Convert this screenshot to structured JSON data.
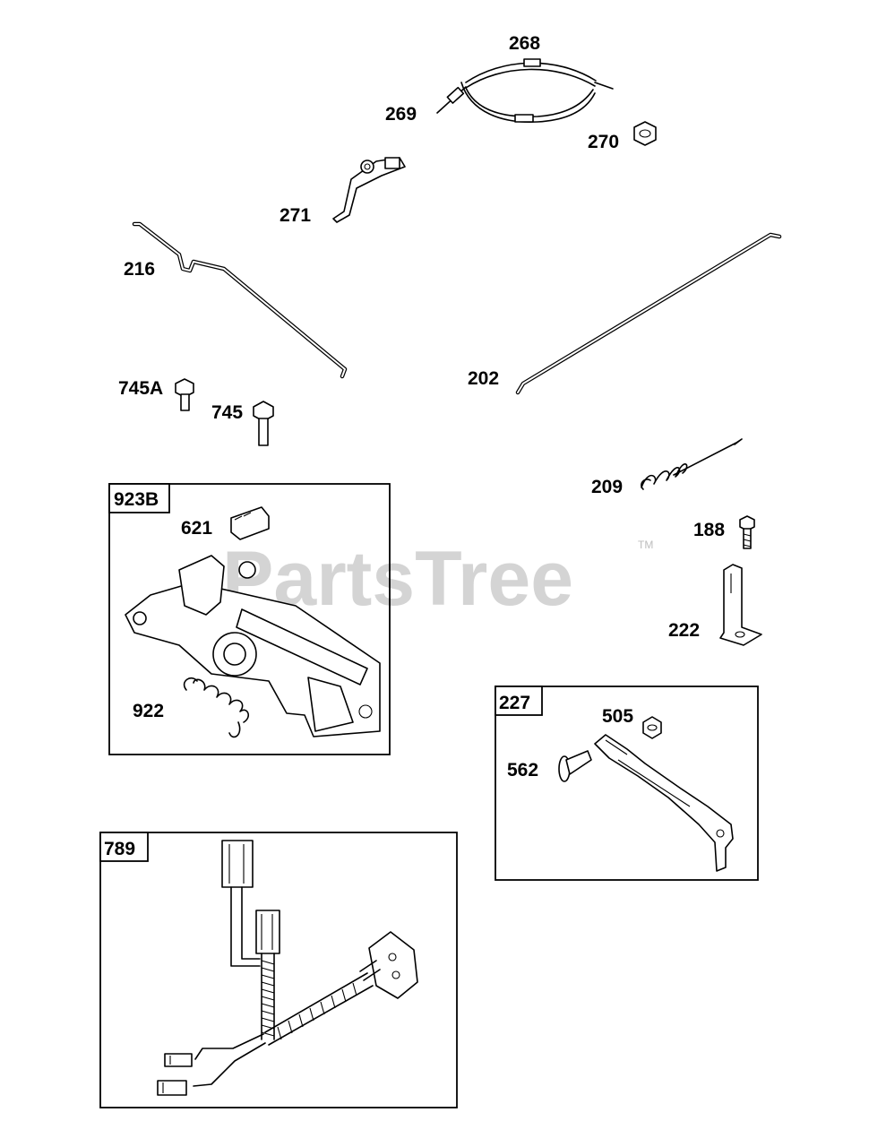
{
  "diagram": {
    "watermark": "PartsTree",
    "trademark": "TM",
    "callouts": {
      "p268": "268",
      "p269": "269",
      "p270": "270",
      "p271": "271",
      "p216": "216",
      "p202": "202",
      "p745A": "745A",
      "p745": "745",
      "p209": "209",
      "p188": "188",
      "p222": "222",
      "p621": "621",
      "p922": "922",
      "p505": "505",
      "p562": "562"
    },
    "groups": {
      "g923B": "923B",
      "g227": "227",
      "g789": "789"
    }
  }
}
